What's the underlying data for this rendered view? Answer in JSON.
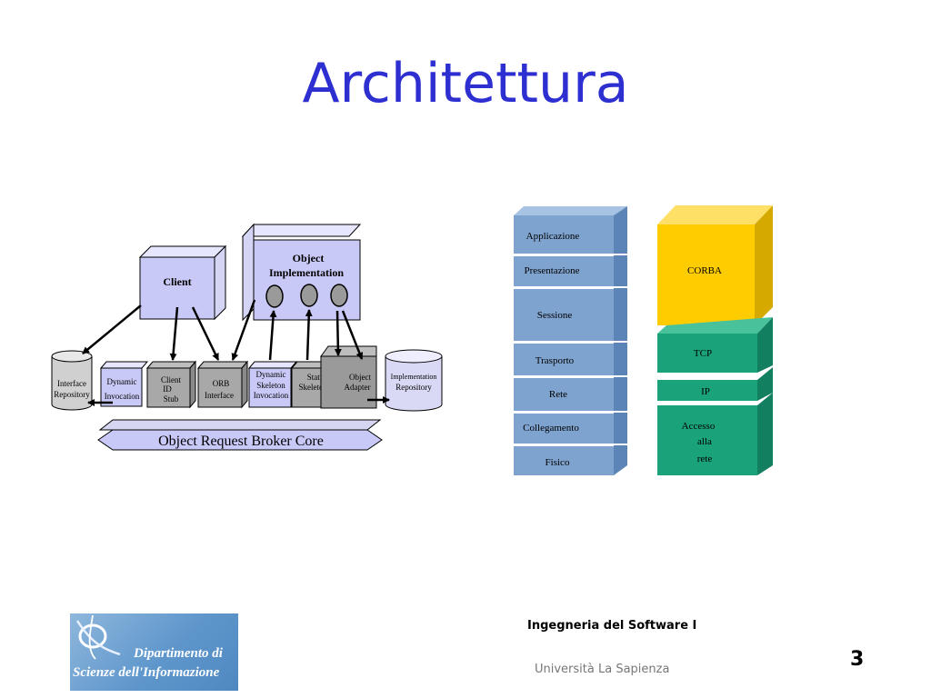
{
  "slide": {
    "title": "Architettura"
  },
  "corba_diagram": {
    "client": "Client",
    "object_impl_line1": "Object",
    "object_impl_line2": "Implementation",
    "interface_repo_line1": "Interface",
    "interface_repo_line2": "Repository",
    "dynamic_invocation_line1": "Dynamic",
    "dynamic_invocation_line2": "Invocation",
    "client_stub_line1": "Client",
    "client_stub_line2": "ID",
    "client_stub_line3": "Stub",
    "orb_interface_line1": "ORB",
    "orb_interface_line2": "Interface",
    "dsi_line1": "Dynamic",
    "dsi_line2": "Skeleton",
    "dsi_line3": "Invocation",
    "static_skel_line1": "Static",
    "static_skel_line2": "Skeletons",
    "object_adapter_line1": "Object",
    "object_adapter_line2": "Adapter",
    "impl_repo_line1": "Implementation",
    "impl_repo_line2": "Repository",
    "orb_core": "Object Request Broker Core"
  },
  "osi_stack": {
    "layers": [
      "Applicazione",
      "Presentazione",
      "Sessione",
      "Trasporto",
      "Rete",
      "Collegamento",
      "Fisico"
    ],
    "colors": {
      "osi_front": "#7ea3cf",
      "osi_top": "#a7c3e3",
      "osi_side": "#5c84b6",
      "corba": "#ffcc00",
      "tcpip": "#1aa37a"
    }
  },
  "tcpip_stack": {
    "corba": "CORBA",
    "tcp": "TCP",
    "ip": "IP",
    "access_line1": "Accesso",
    "access_line2": "alla",
    "access_line3": "rete"
  },
  "footer": {
    "course": "Ingegneria del Software I",
    "university": "Università La Sapienza",
    "page": "3"
  },
  "logo": {
    "line1": "Dipartimento di",
    "line2": "Scienze dell'Informazione"
  }
}
